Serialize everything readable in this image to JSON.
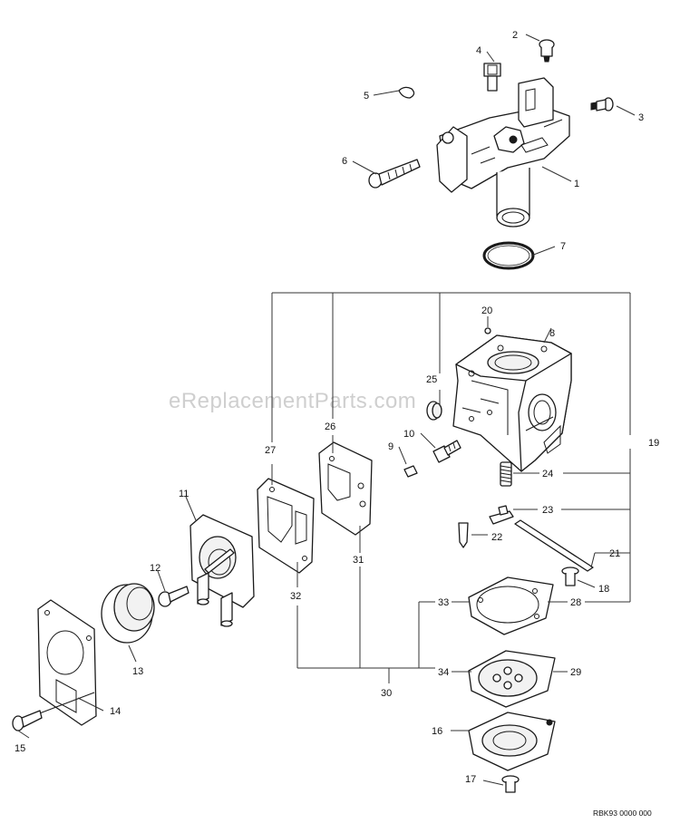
{
  "watermark": "eReplacementParts.com",
  "diagram_code": "RBK93 0000 000",
  "callouts": {
    "c1": "1",
    "c2": "2",
    "c3": "3",
    "c4": "4",
    "c5": "5",
    "c6": "6",
    "c7": "7",
    "c8": "8",
    "c9": "9",
    "c10": "10",
    "c11": "11",
    "c12": "12",
    "c13": "13",
    "c14": "14",
    "c15": "15",
    "c16": "16",
    "c17": "17",
    "c18": "18",
    "c19": "19",
    "c20": "20",
    "c21": "21",
    "c22": "22",
    "c23": "23",
    "c24": "24",
    "c25": "25",
    "c26": "26",
    "c27": "27",
    "c28": "28",
    "c29": "29",
    "c30": "30",
    "c31": "31",
    "c32": "32",
    "c33": "33",
    "c34": "34"
  }
}
